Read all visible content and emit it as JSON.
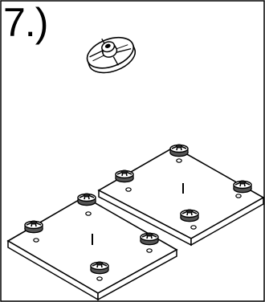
{
  "step": {
    "number": "7.)"
  },
  "diagram": {
    "part_icon": "leveling-glide-foot-icon",
    "panel_count": 2,
    "glides_per_panel": 4,
    "colors": {
      "line": "#000000",
      "fill": "#ffffff",
      "background": "#ffffff"
    }
  }
}
